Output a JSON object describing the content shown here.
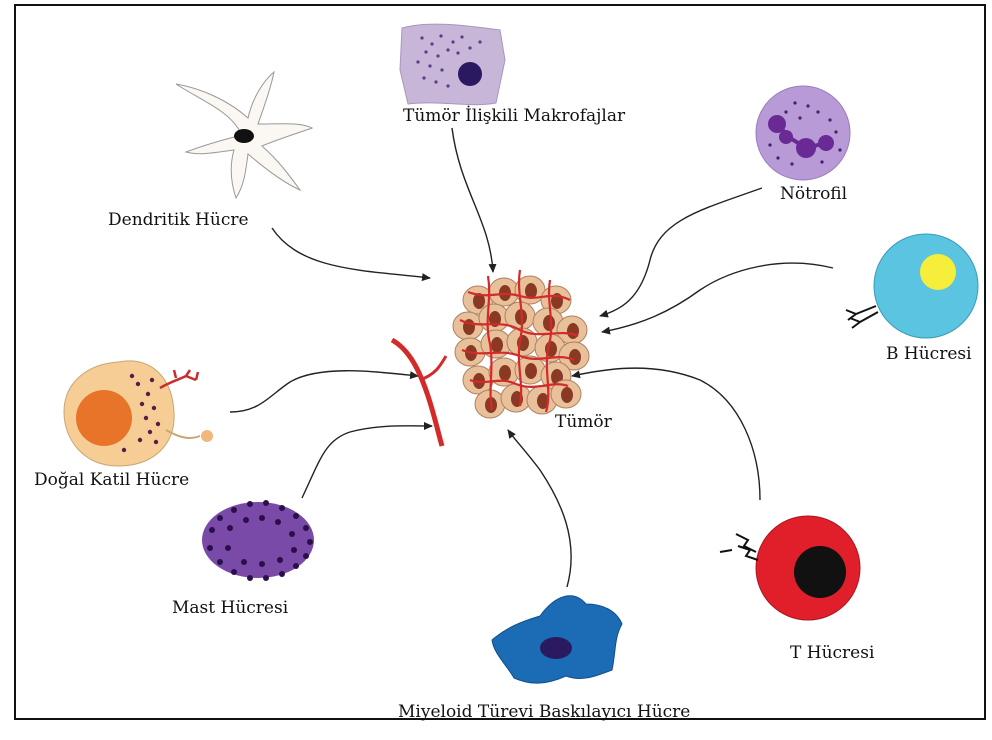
{
  "labels": {
    "macrophage": "Tümör İlişkili Makrofajlar",
    "dendritic": "Dendritik Hücre",
    "neutrophil": "Nötrofil",
    "b_cell": "B Hücresi",
    "nk_cell": "Doğal Katil Hücre",
    "tumor": "Tümör",
    "mast": "Mast Hücresi",
    "mdsc": "Miyeloid Türevi Baskılayıcı Hücre",
    "t_cell": "T Hücresi"
  },
  "colors": {
    "macrophage": "#c8b6d8",
    "neutrophil": "#b79ad6",
    "b_cell": "#5bc4e0",
    "b_cell_nucleus": "#f5ee3a",
    "nk_cell": "#f5cd95",
    "nk_nucleus": "#e8742a",
    "mast": "#7a4aa8",
    "mdsc": "#1b6bb5",
    "t_cell": "#e01f2a",
    "tumor_cell": "#e8c09a",
    "tumor_nucleus": "#8a3a24",
    "vessel": "#d42a2a",
    "arrow": "#222222"
  },
  "icons": [
    "macrophage-icon",
    "dendritic-cell-icon",
    "neutrophil-icon",
    "b-cell-icon",
    "nk-cell-icon",
    "tumor-icon",
    "mast-cell-icon",
    "mdsc-icon",
    "t-cell-icon"
  ]
}
